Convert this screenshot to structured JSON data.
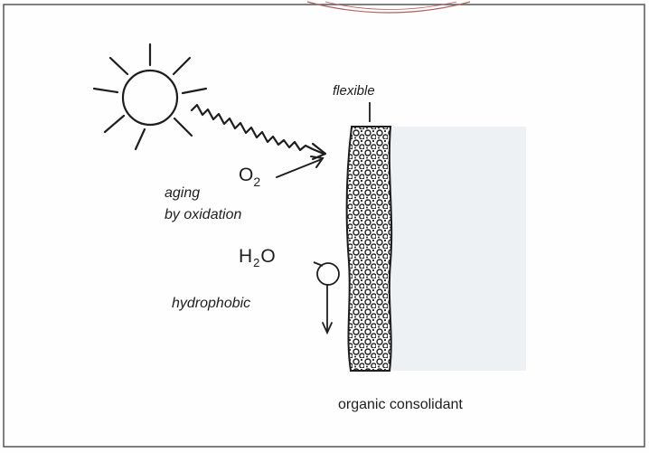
{
  "labels": {
    "flexible": "flexible",
    "oxygen_main": "O",
    "oxygen_sub": "2",
    "aging_line1": "aging",
    "aging_line2": "by oxidation",
    "water_h": "H",
    "water_sub": "2",
    "water_o": "O",
    "hydrophobic": "hydrophobic",
    "caption": "organic consolidant"
  },
  "icons": {
    "sun": "sun-icon",
    "uv_ray": "wavy-ray-arrow",
    "oxygen_arrow": "arrow",
    "water_droplet": "droplet-icon",
    "water_arrow": "down-arrow",
    "layer": "porous-layer"
  },
  "colors": {
    "ink": "#1e1e1e",
    "frame": "#555555",
    "paper": "#fefefe",
    "stamp": "#b06060",
    "shading": "#eef1f4"
  }
}
